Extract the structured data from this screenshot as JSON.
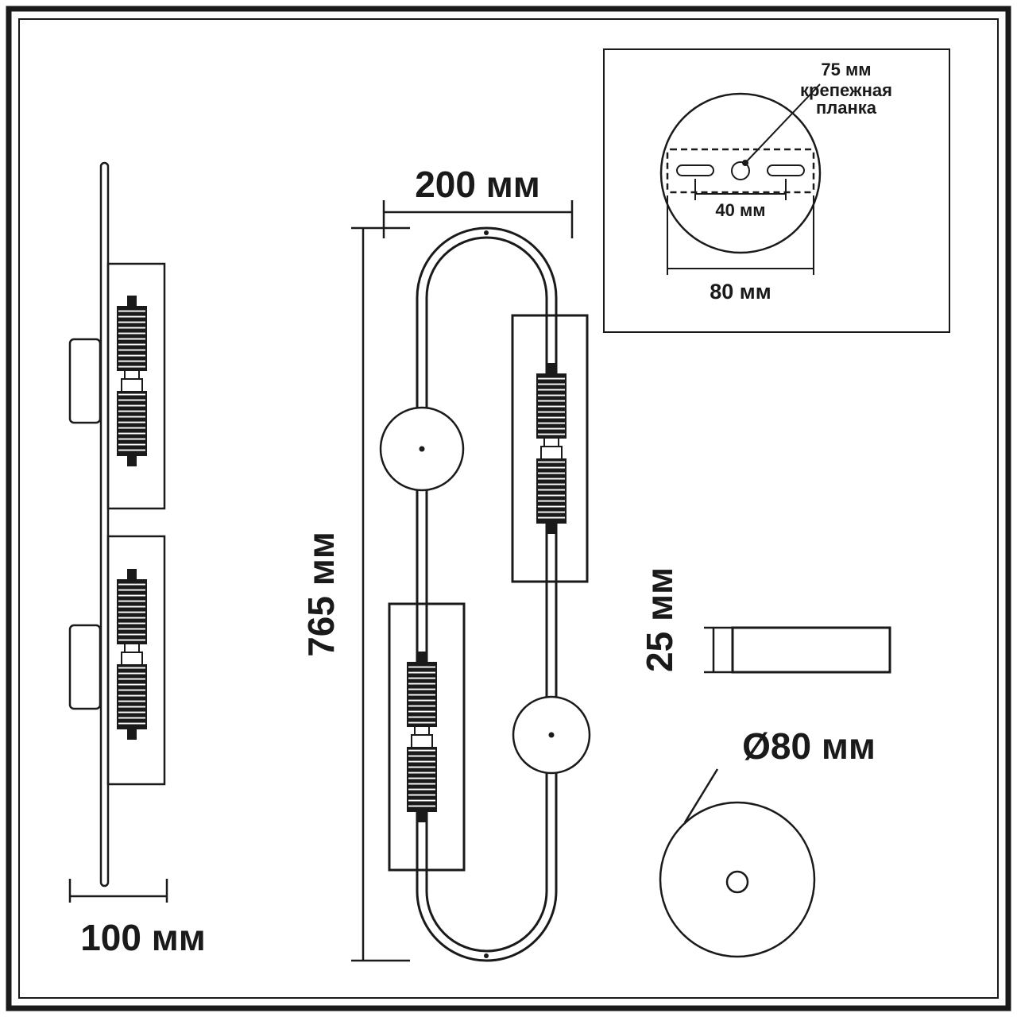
{
  "colors": {
    "line": "#1a1a1a",
    "background": "#ffffff"
  },
  "views": {
    "front": {
      "width_label": "200 мм",
      "height_label": "765 мм"
    },
    "side": {
      "width_label": "100 мм"
    },
    "profile": {
      "depth_label": "25 мм"
    },
    "base": {
      "diameter_label": "Ø80 мм"
    },
    "mount_plate": {
      "hole_label": "75 мм",
      "plate_name_line1": "крепежная",
      "plate_name_line2": "планка",
      "slot_spacing_label": "40 мм",
      "plate_width_label": "80 мм"
    }
  }
}
